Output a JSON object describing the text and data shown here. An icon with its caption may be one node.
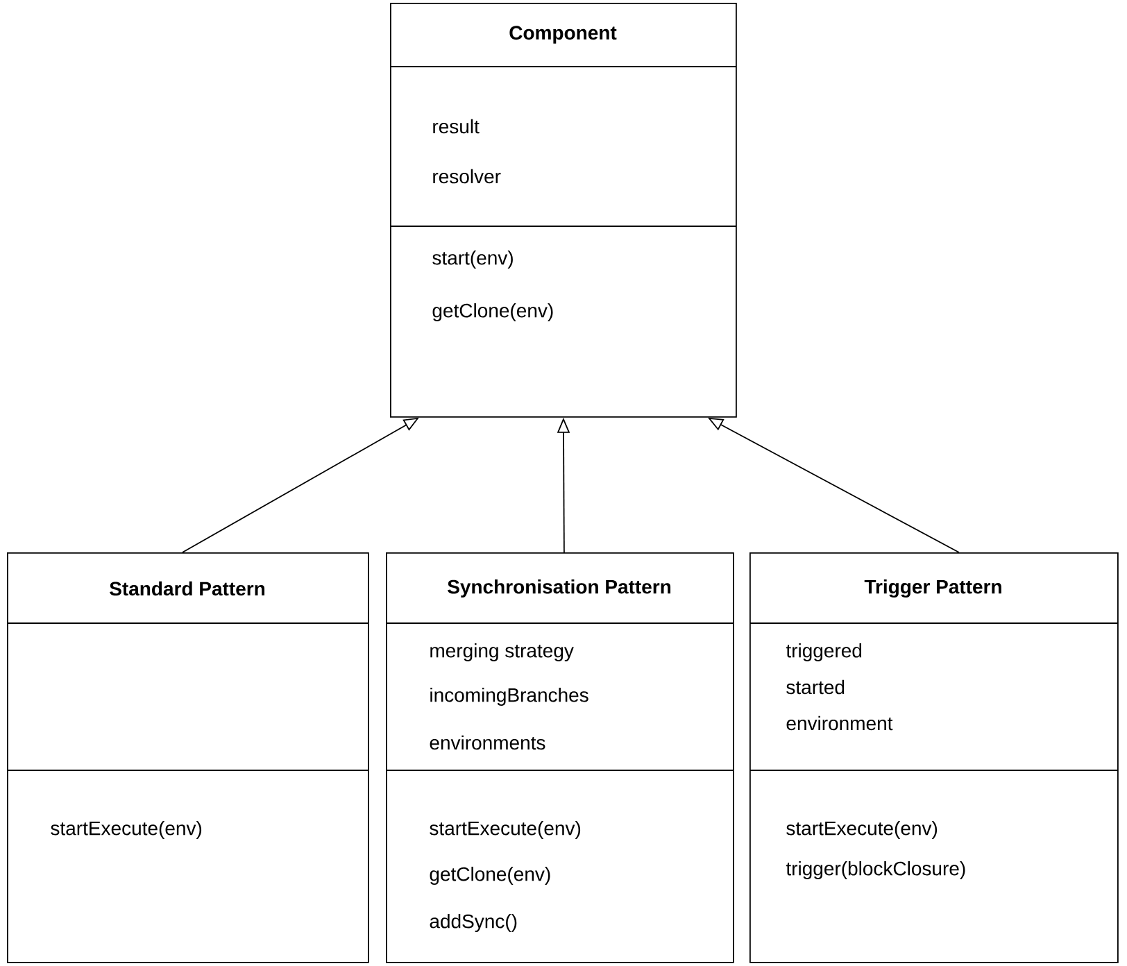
{
  "diagram": {
    "nodes": [
      {
        "text": [
          "Component",
          "result",
          "resolver",
          "start(env)",
          "getClone(env)"
        ]
      },
      {
        "text": [
          "Standard Pattern",
          "startExecute(env)"
        ]
      },
      {
        "text": [
          "Synchronisation Pattern",
          "merging strategy",
          "incomingBranches",
          "environments",
          "startExecute(env)",
          "getClone(env)",
          "addSync()"
        ]
      },
      {
        "text": [
          "Trigger Pattern",
          "triggered",
          "started",
          "environment",
          "startExecute(env)",
          "trigger(blockClosure)"
        ]
      }
    ],
    "edges": [
      {
        "from": 1,
        "to": 0,
        "arrow": "to"
      },
      {
        "from": 2,
        "to": 0,
        "arrow": "to"
      },
      {
        "from": 3,
        "to": 0,
        "arrow": "to"
      }
    ]
  }
}
